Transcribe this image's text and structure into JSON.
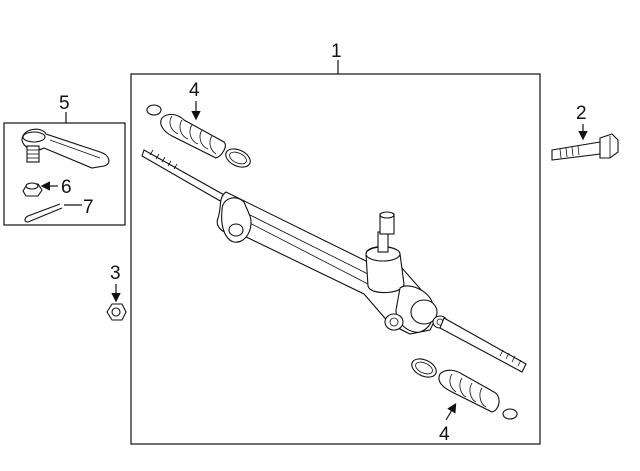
{
  "callouts": {
    "main_assembly": "1",
    "bolt": "2",
    "nut": "3",
    "boot_top": "4",
    "boot_bottom": "4",
    "tie_rod_end": "5",
    "castle_nut": "6",
    "cotter_pin": "7"
  }
}
